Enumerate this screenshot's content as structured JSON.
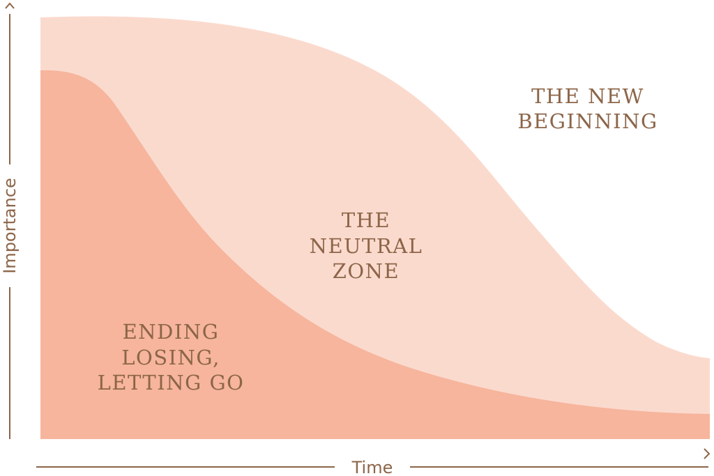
{
  "diagram": {
    "x_axis_label": "Time",
    "y_axis_label": "Importance",
    "zones": {
      "ending": [
        "ENDING",
        "LOSING,",
        "LETTING GO"
      ],
      "neutral": [
        "THE",
        "NEUTRAL",
        "ZONE"
      ],
      "new_beginning": [
        "THE NEW",
        "BEGINNING"
      ]
    },
    "colors": {
      "axis": "#8c6548",
      "text": "#8c6548",
      "neutral_zone_fill": "#fbdace",
      "ending_zone_fill": "#f6b59c",
      "background": "#ffffff"
    }
  }
}
